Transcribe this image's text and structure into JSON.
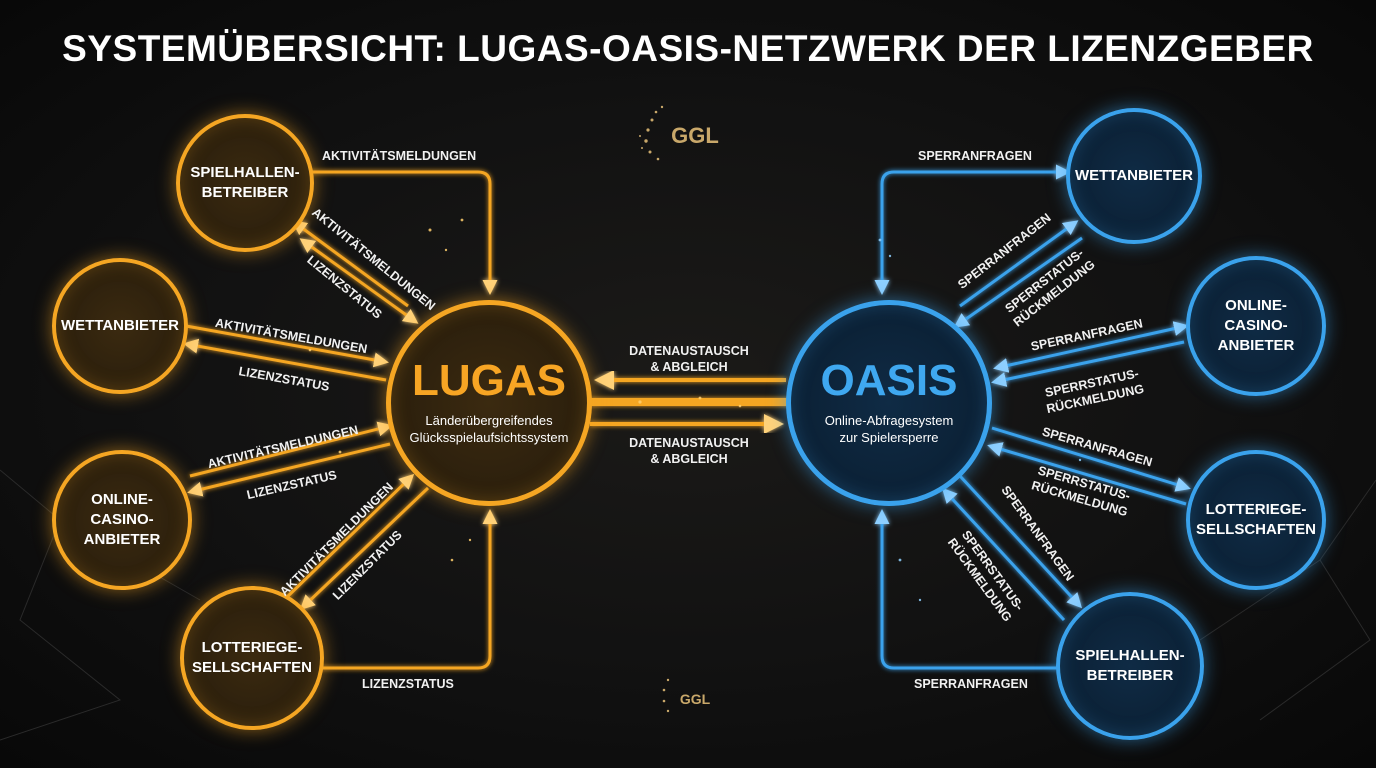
{
  "title": "SYSTEMÜBERSICHT: LUGAS-OASIS-NETZWERK DER LIZENZGEBER",
  "logo_text": "GGL",
  "colors": {
    "lugas": "#f5a623",
    "oasis": "#3aa2ec",
    "background": "#111111"
  },
  "lugas": {
    "name": "LUGAS",
    "subtitle": [
      "Länderübergreifendes",
      "Glücksspielaufsichtssystem"
    ],
    "nodes": [
      {
        "lines": [
          "SPIELHALLEN-",
          "BETREIBER"
        ]
      },
      {
        "lines": [
          "WETTANBIETER"
        ]
      },
      {
        "lines": [
          "ONLINE-",
          "CASINO-",
          "ANBIETER"
        ]
      },
      {
        "lines": [
          "LOTTERIEGE-",
          "SELLSCHAFTEN"
        ]
      }
    ],
    "labels": {
      "top_flow": "AKTIVITÄTSMELDUNGEN",
      "spielhallen_up": "AKTIVITÄTSMELDUNGEN",
      "spielhallen_down": "LIZENZSTATUS",
      "wett_up": "AKTIVITÄTSMELDUNGEN",
      "wett_down": "LIZENZSTATUS",
      "casino_up": "AKTIVITÄTSMELDUNGEN",
      "casino_down": "LIZENZSTATUS",
      "lotterie_up": "AKTIVITÄTSMELDUNGEN",
      "lotterie_down": "LIZENZSTATUS",
      "bottom_flow": "LIZENZSTATUS"
    }
  },
  "oasis": {
    "name": "OASIS",
    "subtitle": [
      "Online-Abfragesystem",
      "zur Spielersperre"
    ],
    "nodes": [
      {
        "lines": [
          "WETTANBIETER"
        ]
      },
      {
        "lines": [
          "ONLINE-",
          "CASINO-",
          "ANBIETER"
        ]
      },
      {
        "lines": [
          "LOTTERIEGE-",
          "SELLSCHAFTEN"
        ]
      },
      {
        "lines": [
          "SPIELHALLEN-",
          "BETREIBER"
        ]
      }
    ],
    "labels": {
      "top_flow": "SPERRANFRAGEN",
      "wett_a": "SPERRANFRAGEN",
      "wett_b": [
        "SPERRSTATUS-",
        "RÜCKMELDUNG"
      ],
      "casino_a": "SPERRANFRAGEN",
      "casino_b": [
        "SPERRSTATUS-",
        "RÜCKMELDUNG"
      ],
      "lotterie_a": "SPERRANFRAGEN",
      "lotterie_b": [
        "SPERRSTATUS-",
        "RÜCKMELDUNG"
      ],
      "spielhallen_a": "SPERRANFRAGEN",
      "spielhallen_b": [
        "SPERRSTATUS-",
        "RÜCKMELDUNG"
      ],
      "bottom_flow": "SPERRANFRAGEN"
    }
  },
  "exchange": {
    "top": [
      "DATENAUSTAUSCH",
      "& ABGLEICH"
    ],
    "bottom": [
      "DATENAUSTAUSCH",
      "& ABGLEICH"
    ]
  }
}
